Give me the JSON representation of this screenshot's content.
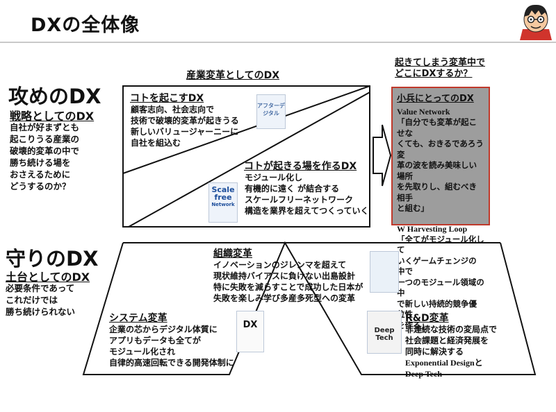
{
  "slide": {
    "title": "DXの全体像"
  },
  "header_note": {
    "industry_change": "産業変革としてのDX",
    "question_line1": "起きてしまう変革中で",
    "question_line2": "どこにDXするか？"
  },
  "offense": {
    "heading": "攻めのDX",
    "subheading": "戦略としてのDX",
    "lines": [
      "自社が好まずとも",
      "起こりうる産業の",
      "破壊的変革の中で",
      "勝ち続ける場を",
      "おさえるために",
      "どうするのか？"
    ]
  },
  "koto_okosu": {
    "title": "コトを起こすDX",
    "lines": [
      "顧客志向、社会志向で",
      "技術で破壊的変革が起きうる",
      "新しいバリュージャーニーに",
      "自社を組込む"
    ],
    "book_label": "アフターデジタル"
  },
  "koto_ba": {
    "title": "コトが起きる場を作るDX",
    "lines": [
      "モジュール化し",
      "有機的に遠く が結合する",
      "スケールフリーネットワーク",
      "構造を業界を超えてつくっていく"
    ],
    "book_label_1": "Scale",
    "book_label_2": "free",
    "book_label_3": "Network"
  },
  "shohei": {
    "title": "小兵にとってのDX",
    "sub1": "Value Network",
    "text1": [
      "「自分でも変革が起こせな",
      "くても、おきるであろう変",
      "革の波を読み美味しい場所",
      "を先取りし、組むべき相手",
      "と組む」"
    ],
    "sub2": "W Harvesting Loop",
    "text2": [
      "「全てがモジュール化して",
      "いくゲームチェンジの中で",
      "一つのモジュール領域の中",
      "で新しい持続的競争優位性",
      "を作る」"
    ]
  },
  "defense": {
    "heading": "守りのDX",
    "subheading": "土台としてのDX",
    "lines": [
      "必要条件であって",
      "これだけでは",
      "勝ち続けられない"
    ]
  },
  "org_change": {
    "title": "組織変革",
    "lines": [
      "イノベーションのジレンマを超えて",
      "現状維持バイアスに負けない出島設計",
      "特に失敗を減らすことで成功した日本が",
      "失敗を楽しみ学び多産多死型への変革"
    ]
  },
  "system_change": {
    "title": "システム変革",
    "lines": [
      "企業の芯からデジタル体質に",
      "アプリもデータも全てが",
      "モジュール化され",
      "自律的高速回転できる開発体制に"
    ],
    "book_label": "DX"
  },
  "rd_change": {
    "title": "R&D変革",
    "lines": [
      "非連続な技術の変局点で",
      "社会課題と経済発展を",
      "同時に解決する"
    ],
    "lines_en": [
      "Exponential Designと",
      "Deep Tech"
    ],
    "book_label": "Deep Tech"
  },
  "colors": {
    "accent_red": "#c0392b",
    "highlight_gray": "#9d9d9d"
  }
}
